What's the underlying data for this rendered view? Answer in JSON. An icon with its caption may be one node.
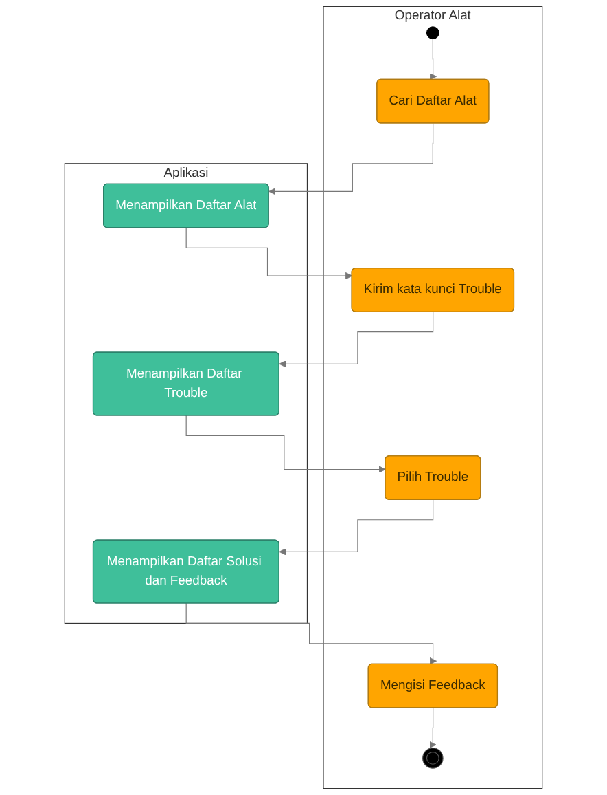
{
  "diagram": {
    "nodes": [
      {
        "text": [
          "Operator Alat"
        ]
      },
      {
        "text": [
          "Aplikasi"
        ]
      },
      {
        "text": [],
        "shape": "circle",
        "in": 0
      },
      {
        "text": [
          "Cari Daftar Alat"
        ],
        "in": 0
      },
      {
        "text": [
          "Menampilkan Daftar Alat"
        ],
        "in": 1
      },
      {
        "text": [
          "Kirim kata kunci Trouble"
        ],
        "in": 0
      },
      {
        "text": [
          "Menampilkan Daftar Trouble"
        ],
        "in": 1
      },
      {
        "text": [
          "Pilih Trouble"
        ],
        "in": 0
      },
      {
        "text": [
          "Menampilkan Daftar Solusi dan Feedback"
        ],
        "in": 1
      },
      {
        "text": [
          "Mengisi Feedback"
        ],
        "in": 0
      },
      {
        "text": [],
        "shape": "circle",
        "in": 0
      }
    ],
    "edges": [
      {
        "from": 2,
        "to": 3,
        "arrow": "to"
      },
      {
        "from": 3,
        "to": 4,
        "arrow": "to"
      },
      {
        "from": 4,
        "to": 5,
        "arrow": "to"
      },
      {
        "from": 5,
        "to": 6,
        "arrow": "to"
      },
      {
        "from": 6,
        "to": 7,
        "arrow": "to"
      },
      {
        "from": 7,
        "to": 8,
        "arrow": "to"
      },
      {
        "from": 8,
        "to": 9,
        "arrow": "to"
      },
      {
        "from": 9,
        "to": 10,
        "arrow": "to"
      }
    ]
  }
}
